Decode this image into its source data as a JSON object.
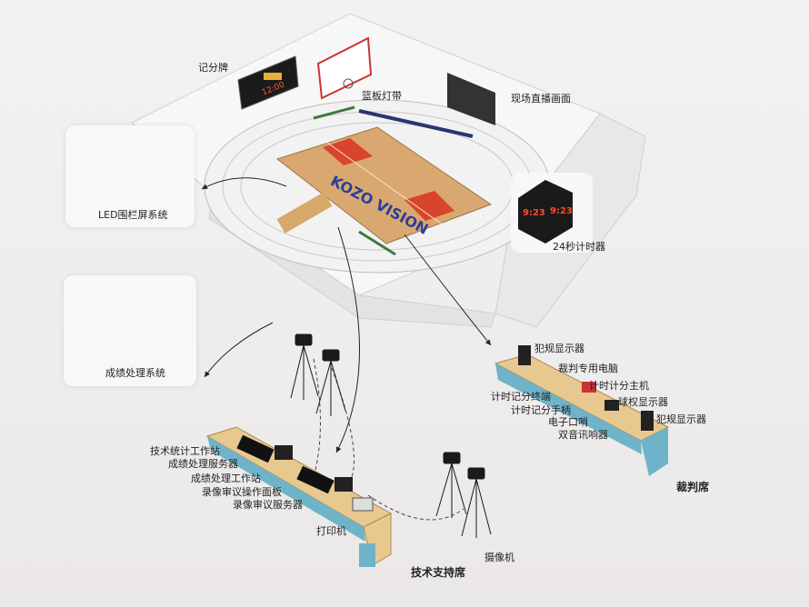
{
  "labels": {
    "scoreboard": "记分牌",
    "backboard_light": "篮板灯带",
    "live_screen": "现场直播画面",
    "led_fence": "LED围栏屏系统",
    "shot_clock": "24秒计时器",
    "results_system": "成绩处理系统",
    "foul_display_1": "犯规显示器",
    "referee_pc": "裁判专用电脑",
    "timing_host": "计时计分主机",
    "timing_terminal": "计时记分终端",
    "possession_display": "球权显示器",
    "timing_handle": "计时记分手柄",
    "foul_display_2": "犯规显示器",
    "whistle": "电子口哨",
    "buzzer": "双音讯响器",
    "stats_station": "技术统计工作站",
    "results_server": "成绩处理服务器",
    "results_station": "成绩处理工作站",
    "video_panel": "录像审议操作面板",
    "video_server": "录像审议服务器",
    "printer": "打印机",
    "camera": "摄像机",
    "referee_desk": "裁判席",
    "tech_desk": "技术支持席"
  },
  "brand_text": "KOZO VISION",
  "scoreboard_time": "12:00",
  "shot_clock_digits": [
    "9:23",
    "9:23"
  ],
  "colors": {
    "court_wood": "#d9a870",
    "key_red": "#d8452c",
    "desk_blue": "#6fb3c9",
    "desk_wood": "#e7c98f"
  }
}
